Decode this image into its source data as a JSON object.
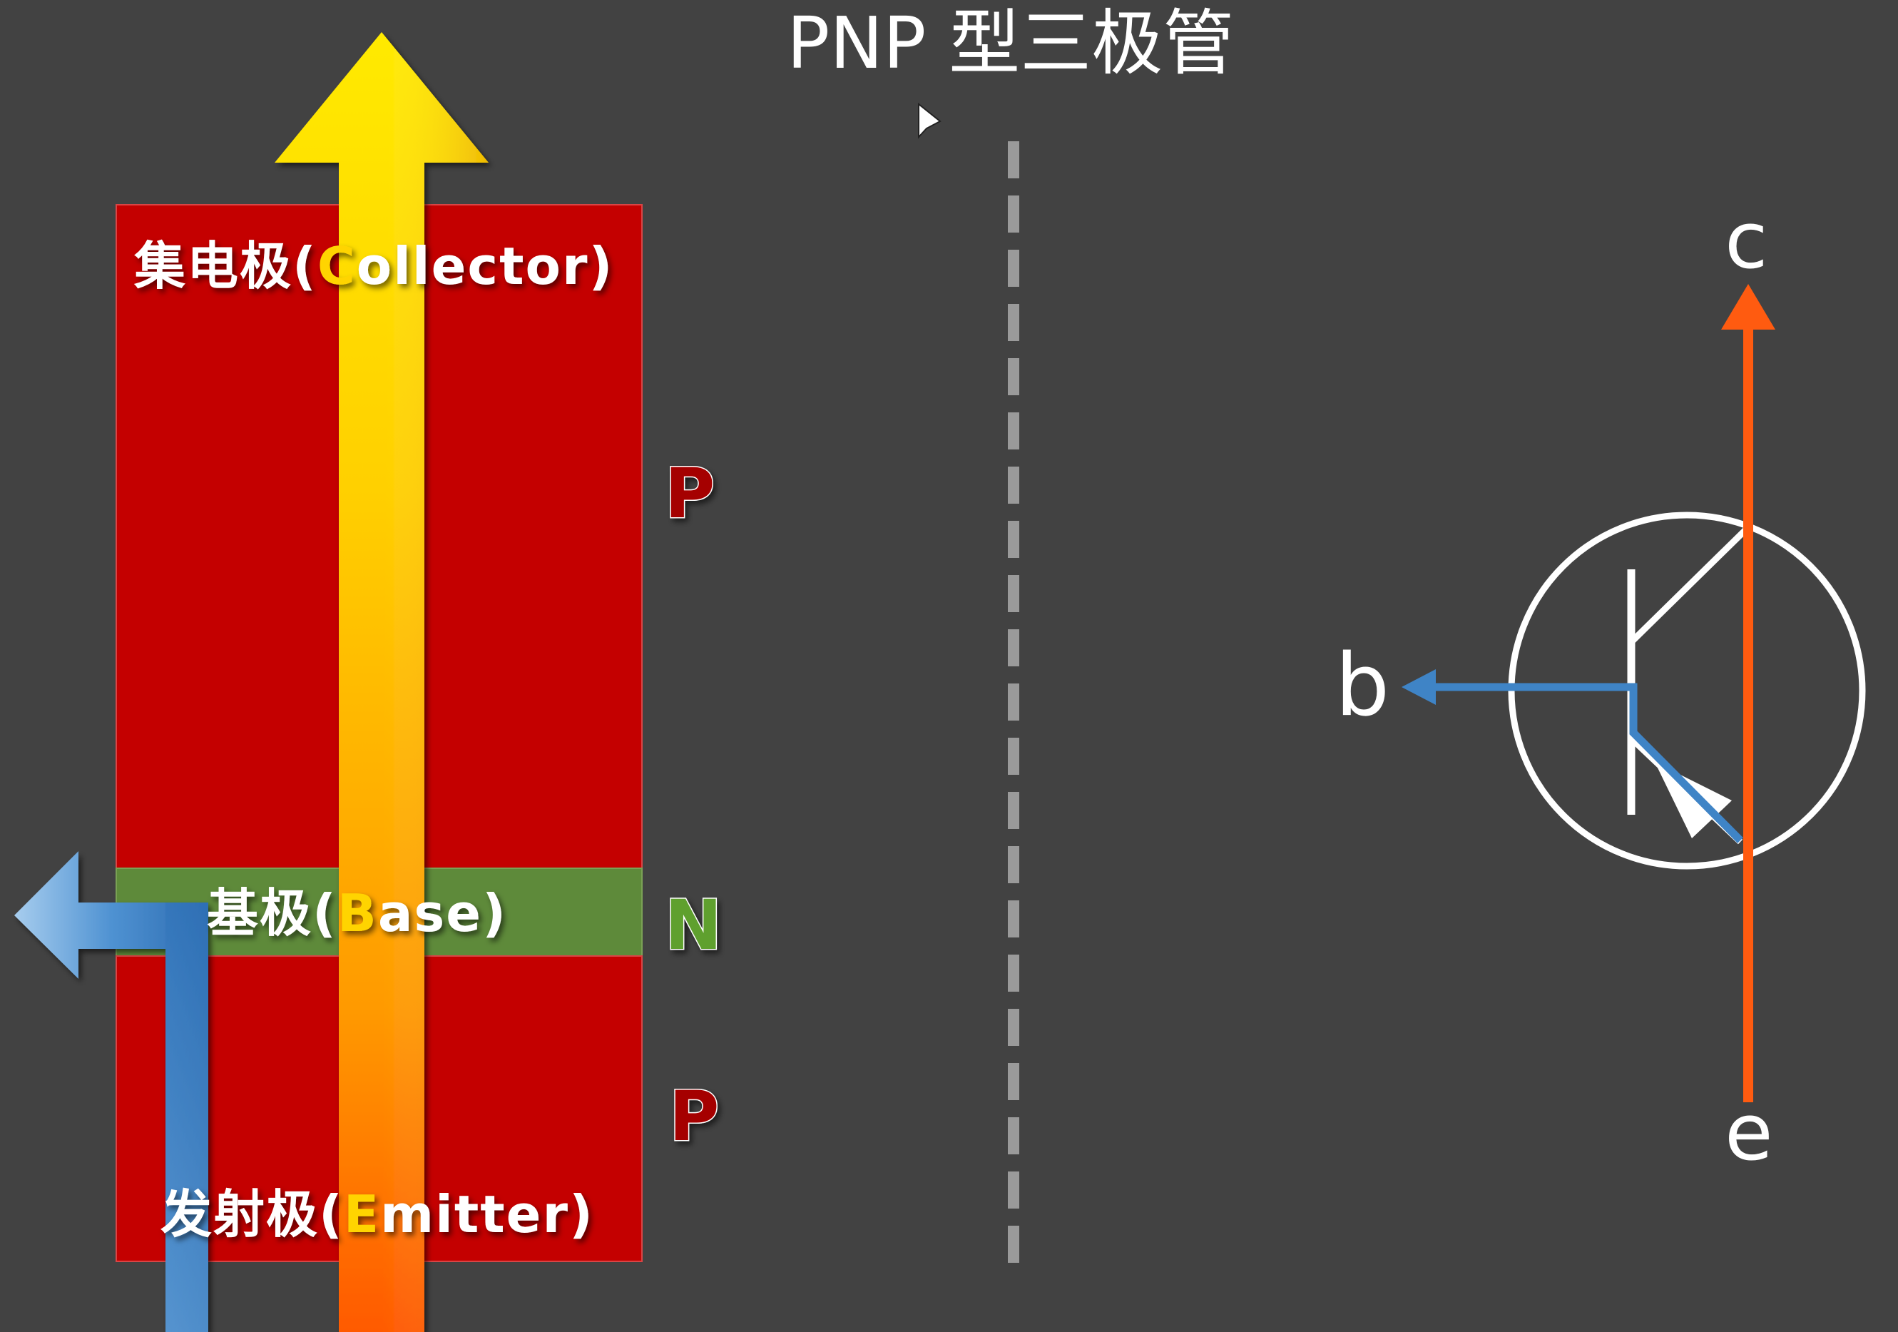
{
  "title": "PNP 型三极管",
  "layers": {
    "collector": {
      "prefix": "集电极(",
      "letter": "C",
      "rest": "ollector)"
    },
    "base": {
      "prefix": "基极(",
      "letter": "B",
      "rest": "ase)"
    },
    "emitter": {
      "prefix": "发射极(",
      "letter": "E",
      "rest": "mitter)"
    }
  },
  "region_labels": {
    "top": "P",
    "middle": "N",
    "bottom": "P"
  },
  "symbol_terminals": {
    "collector": "c",
    "base": "b",
    "emitter": "e"
  },
  "colors": {
    "background": "#424242",
    "p_region": "#c40000",
    "n_region": "#5e8a3a",
    "p_label": "#a50000",
    "n_label": "#5ea02e",
    "highlight_letter": "#ffd400",
    "collector_current": "#ff5b10",
    "base_current": "#3f84c6"
  }
}
